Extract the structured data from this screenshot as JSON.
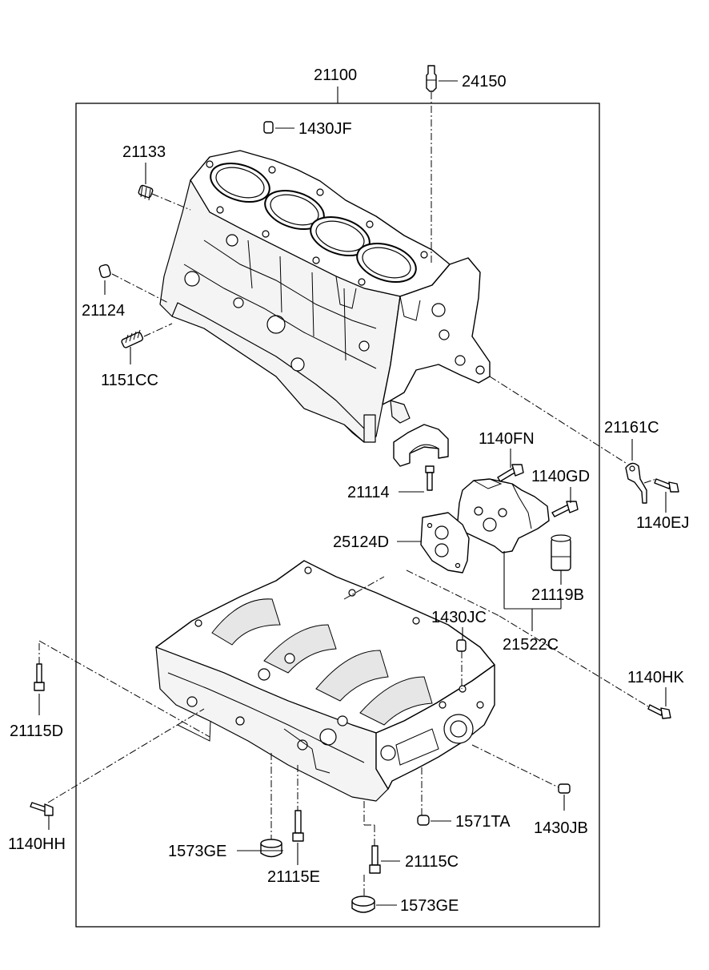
{
  "diagram": {
    "part_labels": {
      "p21100": "21100",
      "p24150": "24150",
      "p1430JF": "1430JF",
      "p21133": "21133",
      "p21124": "21124",
      "p1151CC": "1151CC",
      "p21161C": "21161C",
      "p1140FN": "1140FN",
      "p1140GD": "1140GD",
      "p21114": "21114",
      "p1140EJ": "1140EJ",
      "p25124D": "25124D",
      "p21119B": "21119B",
      "p1430JC": "1430JC",
      "p21522C": "21522C",
      "p1140HK": "1140HK",
      "p21115D": "21115D",
      "p1430JB": "1430JB",
      "p1571TA": "1571TA",
      "p1140HH": "1140HH",
      "p1573GE_a": "1573GE",
      "p21115C": "21115C",
      "p21115E": "21115E",
      "p1573GE_b": "1573GE"
    }
  }
}
